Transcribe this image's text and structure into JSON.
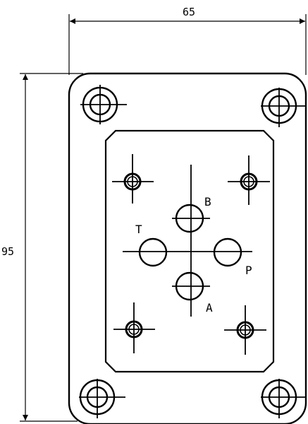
{
  "dimensions": {
    "width_label": "65",
    "height_label": "95"
  },
  "ports": {
    "a": "A",
    "b": "B",
    "p": "P",
    "t": "T"
  }
}
